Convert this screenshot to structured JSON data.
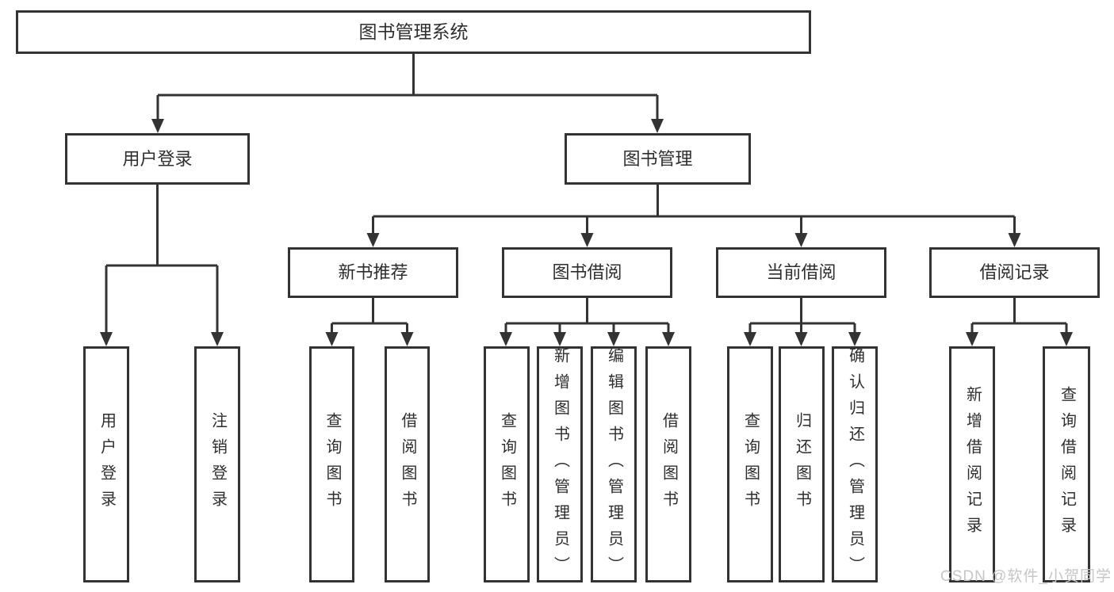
{
  "diagram": {
    "type": "hierarchy-tree",
    "colors": {
      "line": "#333333",
      "border": "#333333",
      "text": "#2e2e2e",
      "background": "#ffffff",
      "watermark": "#c6c6c6"
    },
    "tree": {
      "label": "图书管理系统",
      "children": [
        {
          "label": "用户登录",
          "children": [
            {
              "label": "用户登录"
            },
            {
              "label": "注销登录"
            }
          ]
        },
        {
          "label": "图书管理",
          "children": [
            {
              "label": "新书推荐",
              "children": [
                {
                  "label": "查询图书"
                },
                {
                  "label": "借阅图书"
                }
              ]
            },
            {
              "label": "图书借阅",
              "children": [
                {
                  "label": "查询图书"
                },
                {
                  "label": "新增图书（管理员）"
                },
                {
                  "label": "编辑图书（管理员）"
                },
                {
                  "label": "借阅图书"
                }
              ]
            },
            {
              "label": "当前借阅",
              "children": [
                {
                  "label": "查询图书"
                },
                {
                  "label": "归还图书"
                },
                {
                  "label": "确认归还（管理员）"
                }
              ]
            },
            {
              "label": "借阅记录",
              "children": [
                {
                  "label": "新增借阅记录"
                },
                {
                  "label": "查询借阅记录"
                }
              ]
            }
          ]
        }
      ]
    },
    "watermark": {
      "text": "CSDN @软件_小贺同学"
    }
  }
}
